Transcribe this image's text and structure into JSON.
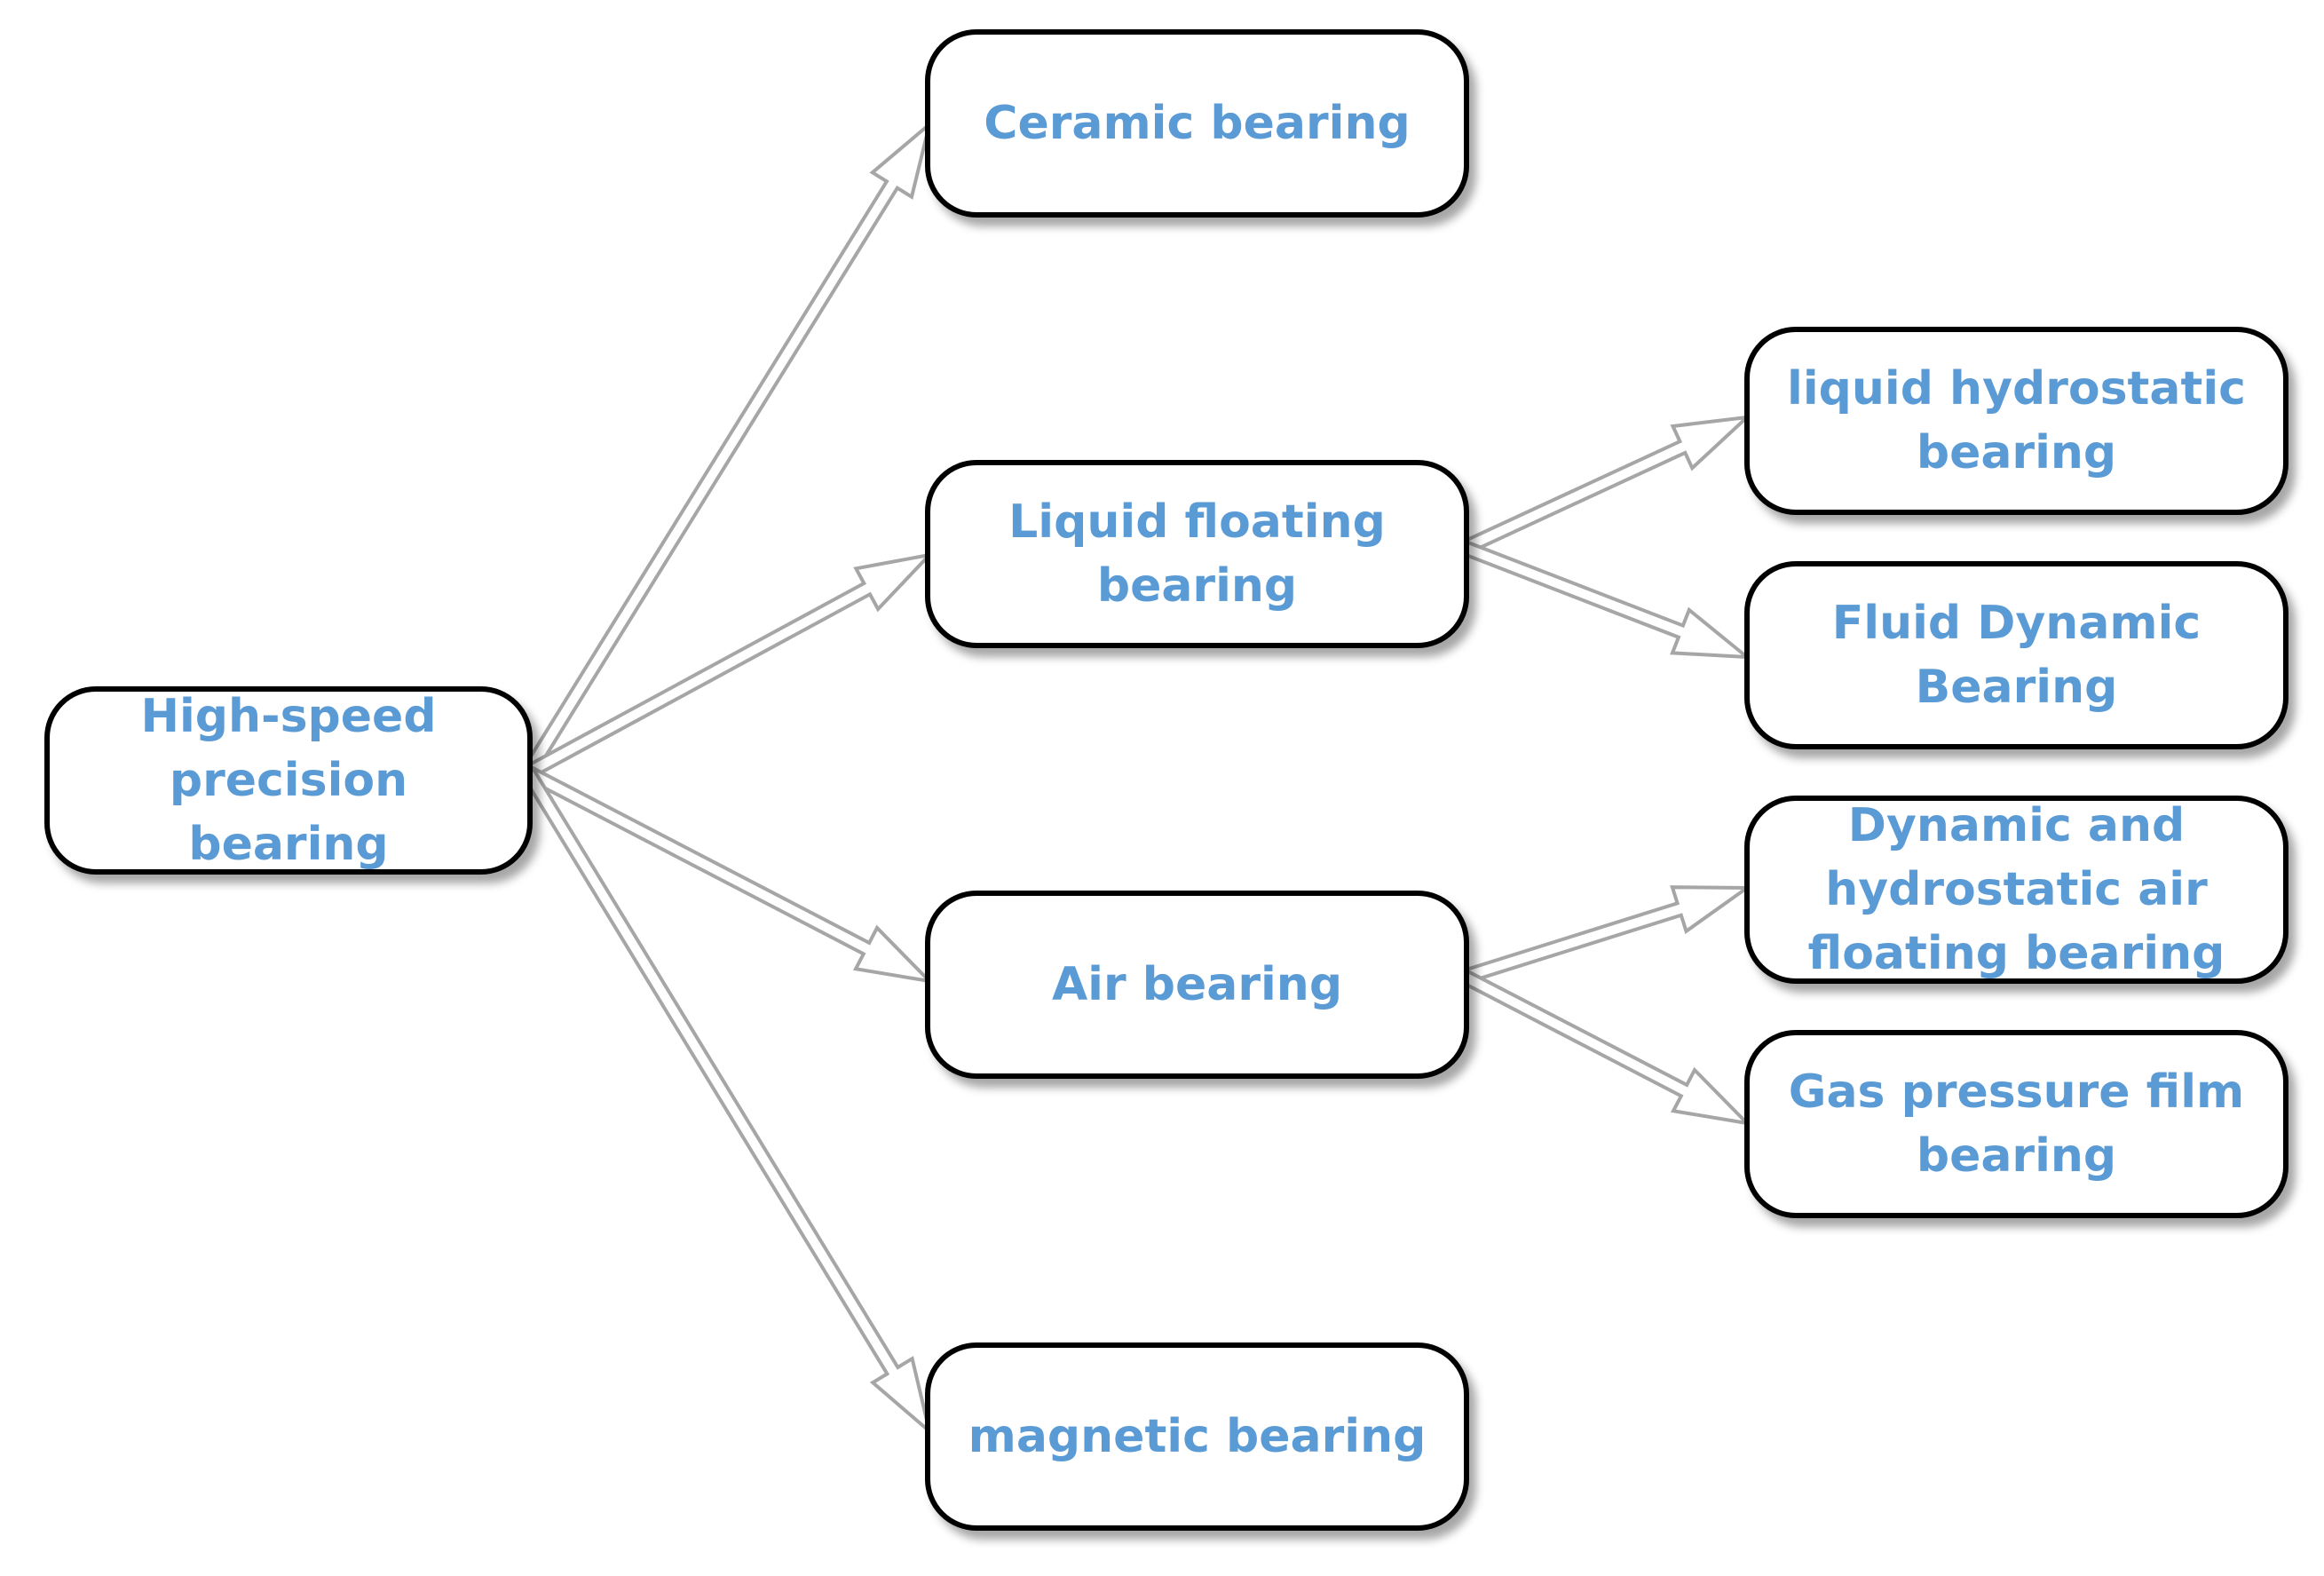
{
  "diagram": {
    "nodes": [
      {
        "id": "root",
        "label": "High-speed\nprecision bearing"
      },
      {
        "id": "ceramic",
        "label": "Ceramic bearing"
      },
      {
        "id": "liquid_floating",
        "label": "Liquid floating\nbearing"
      },
      {
        "id": "air",
        "label": "Air bearing"
      },
      {
        "id": "magnetic",
        "label": "magnetic bearing"
      },
      {
        "id": "liquid_hydrostatic",
        "label": "liquid hydrostatic\nbearing"
      },
      {
        "id": "fluid_dynamic",
        "label": "Fluid Dynamic\nBearing"
      },
      {
        "id": "dynamic_hydrostatic_air",
        "label": "Dynamic and\nhydrostatic air\nfloating bearing"
      },
      {
        "id": "gas_pressure_film",
        "label": "Gas pressure film\nbearing"
      }
    ],
    "edges": [
      {
        "from": "root",
        "to": "ceramic"
      },
      {
        "from": "root",
        "to": "liquid_floating"
      },
      {
        "from": "root",
        "to": "air"
      },
      {
        "from": "root",
        "to": "magnetic"
      },
      {
        "from": "liquid_floating",
        "to": "liquid_hydrostatic"
      },
      {
        "from": "liquid_floating",
        "to": "fluid_dynamic"
      },
      {
        "from": "air",
        "to": "dynamic_hydrostatic_air"
      },
      {
        "from": "air",
        "to": "gas_pressure_film"
      }
    ],
    "colors": {
      "label": "#5b9bd5",
      "box_border": "#000000",
      "arrow_stroke": "#a6a6a6",
      "arrow_fill": "#ffffff"
    }
  }
}
